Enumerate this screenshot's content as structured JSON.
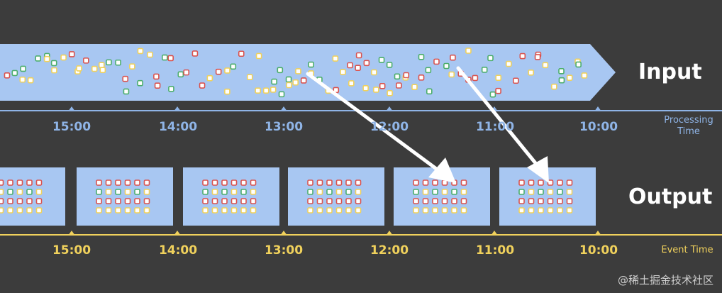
{
  "labels": {
    "input": "Input",
    "output": "Output",
    "processing_time": "Processing\nTime",
    "event_time": "Event Time"
  },
  "times": [
    "15:00",
    "14:00",
    "13:00",
    "12:00",
    "11:00",
    "10:00"
  ],
  "watermark": "@稀土掘金技术社区",
  "colors": {
    "background": "#3c3c3c",
    "band_fill": "#a8c7f2",
    "processing_axis": "#8fb4e6",
    "event_axis": "#f0d15c",
    "square_red": "#d9534f",
    "square_yellow": "#f0d15c",
    "square_green": "#4cae6c",
    "arrow": "#ffffff"
  }
}
